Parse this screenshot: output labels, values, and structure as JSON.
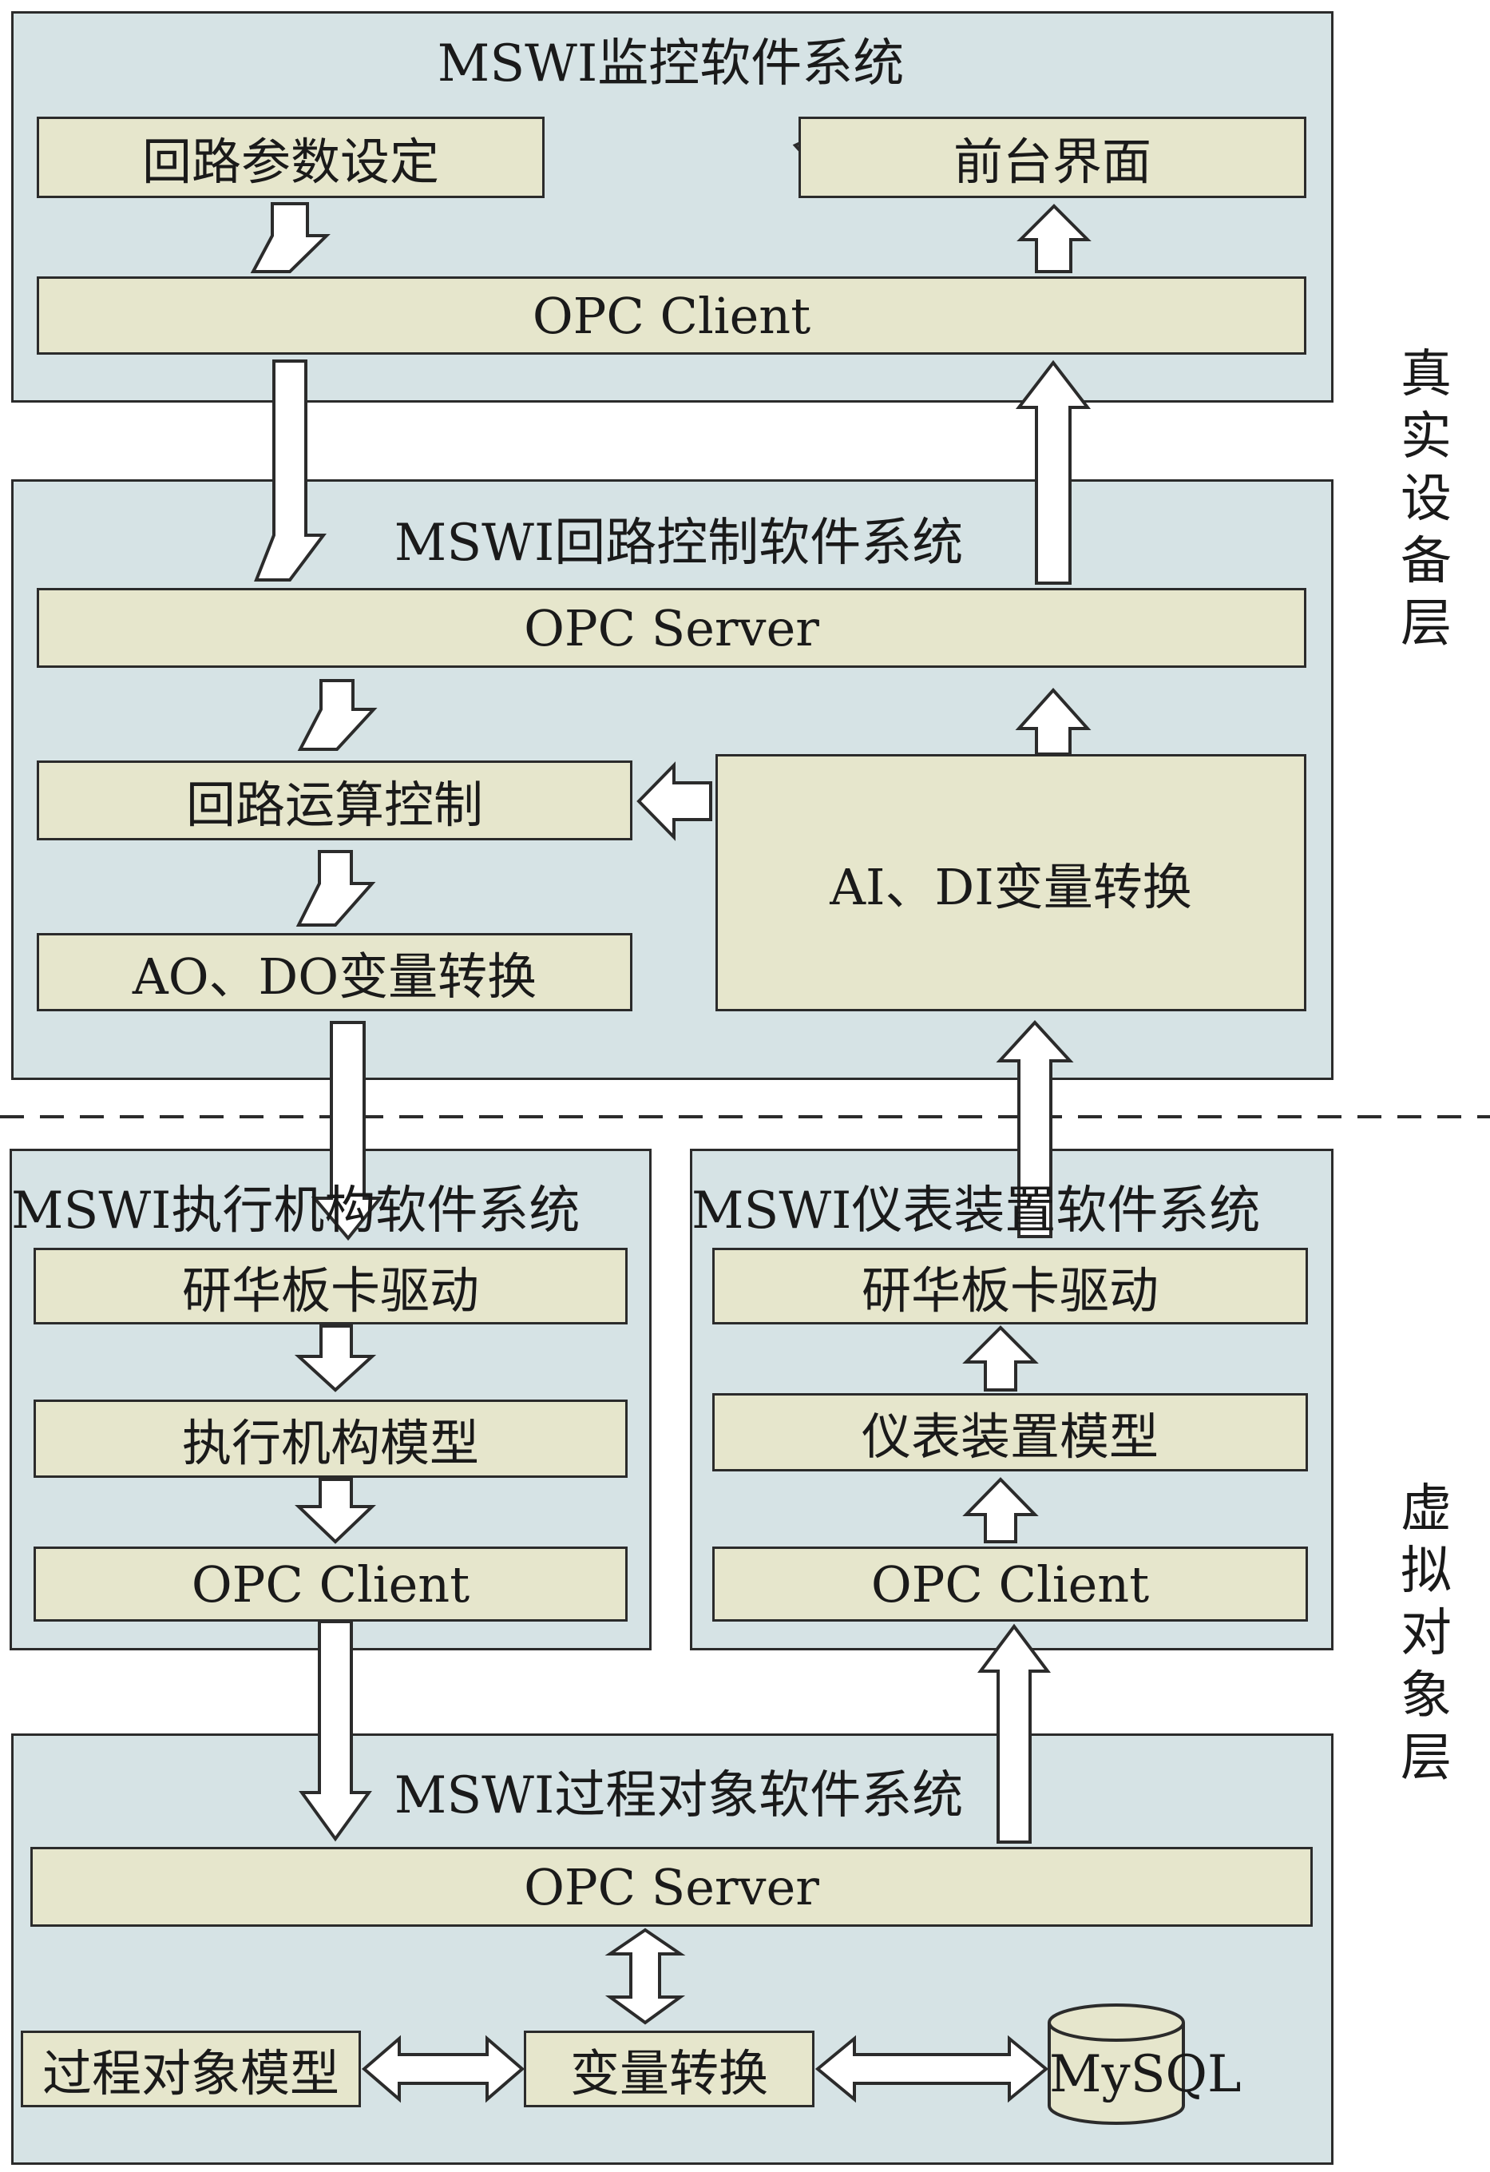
{
  "layers": {
    "real": "真实设备层",
    "virtual": "虚拟对象层"
  },
  "monitor": {
    "title": "MSWI监控软件系统",
    "loop_param": "回路参数设定",
    "front": "前台界面",
    "opc_client": "OPC Client"
  },
  "loop_control": {
    "title": "MSWI回路控制软件系统",
    "opc_server": "OPC Server",
    "loop_calc": "回路运算控制",
    "ao_do": "AO、DO变量转换",
    "ai_di": "AI、DI变量转换"
  },
  "actuator": {
    "title": "MSWI执行机构软件系统",
    "driver": "研华板卡驱动",
    "model": "执行机构模型",
    "opc_client": "OPC Client"
  },
  "instrument": {
    "title": "MSWI仪表装置软件系统",
    "driver": "研华板卡驱动",
    "model": "仪表装置模型",
    "opc_client": "OPC Client"
  },
  "process": {
    "title": "MSWI过程对象软件系统",
    "opc_server": "OPC Server",
    "model": "过程对象模型",
    "var_convert": "变量转换",
    "db": "MySQL"
  },
  "colors": {
    "panel": "#d6e3e5",
    "box": "#e6e6cc",
    "border": "#2b2b2b"
  }
}
